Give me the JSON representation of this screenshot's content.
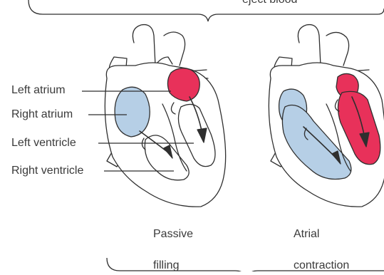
{
  "top_caption_fragment": "eject blood",
  "labels": {
    "left_atrium": "Left atrium",
    "right_atrium": "Right atrium",
    "left_ventricle": "Left ventricle",
    "right_ventricle": "Right ventricle"
  },
  "panels": [
    {
      "caption_line1": "Passive",
      "caption_line2": "filling"
    },
    {
      "caption_line1": "Atrial",
      "caption_line2": "contraction"
    }
  ],
  "colors": {
    "outline": "#2f2f2f",
    "left_atrium_fill": "#e8315a",
    "right_atrium_fill": "#b6cfe6",
    "ventricle_red_fill": "#e8315a",
    "ventricle_blue_fill": "#b6cfe6",
    "text": "#3a3a3a"
  }
}
